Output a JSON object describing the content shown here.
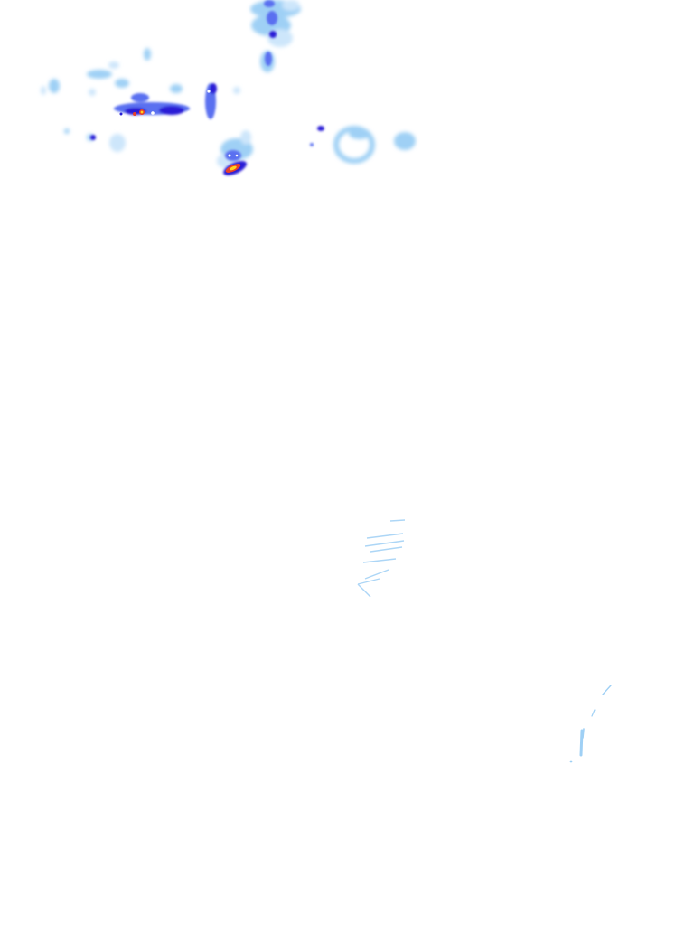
{
  "map": {
    "kind": "weather-radar-reflectivity-overlay",
    "background": "#ffffff",
    "palette": {
      "very_light": "#cde6fb",
      "light": "#9fd0f5",
      "moderate": "#5a6ff0",
      "heavy": "#2a1fd6",
      "intense": "#e8402a",
      "extreme": "#ffd21f"
    },
    "echo_clusters": [
      {
        "name": "echo-north-band",
        "intensity": "heavy"
      },
      {
        "name": "echo-northwest-scatter",
        "intensity": "light"
      },
      {
        "name": "echo-west-line",
        "intensity": "intense"
      },
      {
        "name": "echo-central-cell",
        "intensity": "intense"
      },
      {
        "name": "echo-north-central-small",
        "intensity": "moderate"
      },
      {
        "name": "echo-ring-clutter",
        "intensity": "very_light"
      },
      {
        "name": "echo-center-spokes",
        "intensity": "very_light"
      },
      {
        "name": "echo-southeast-streak",
        "intensity": "very_light"
      }
    ]
  }
}
